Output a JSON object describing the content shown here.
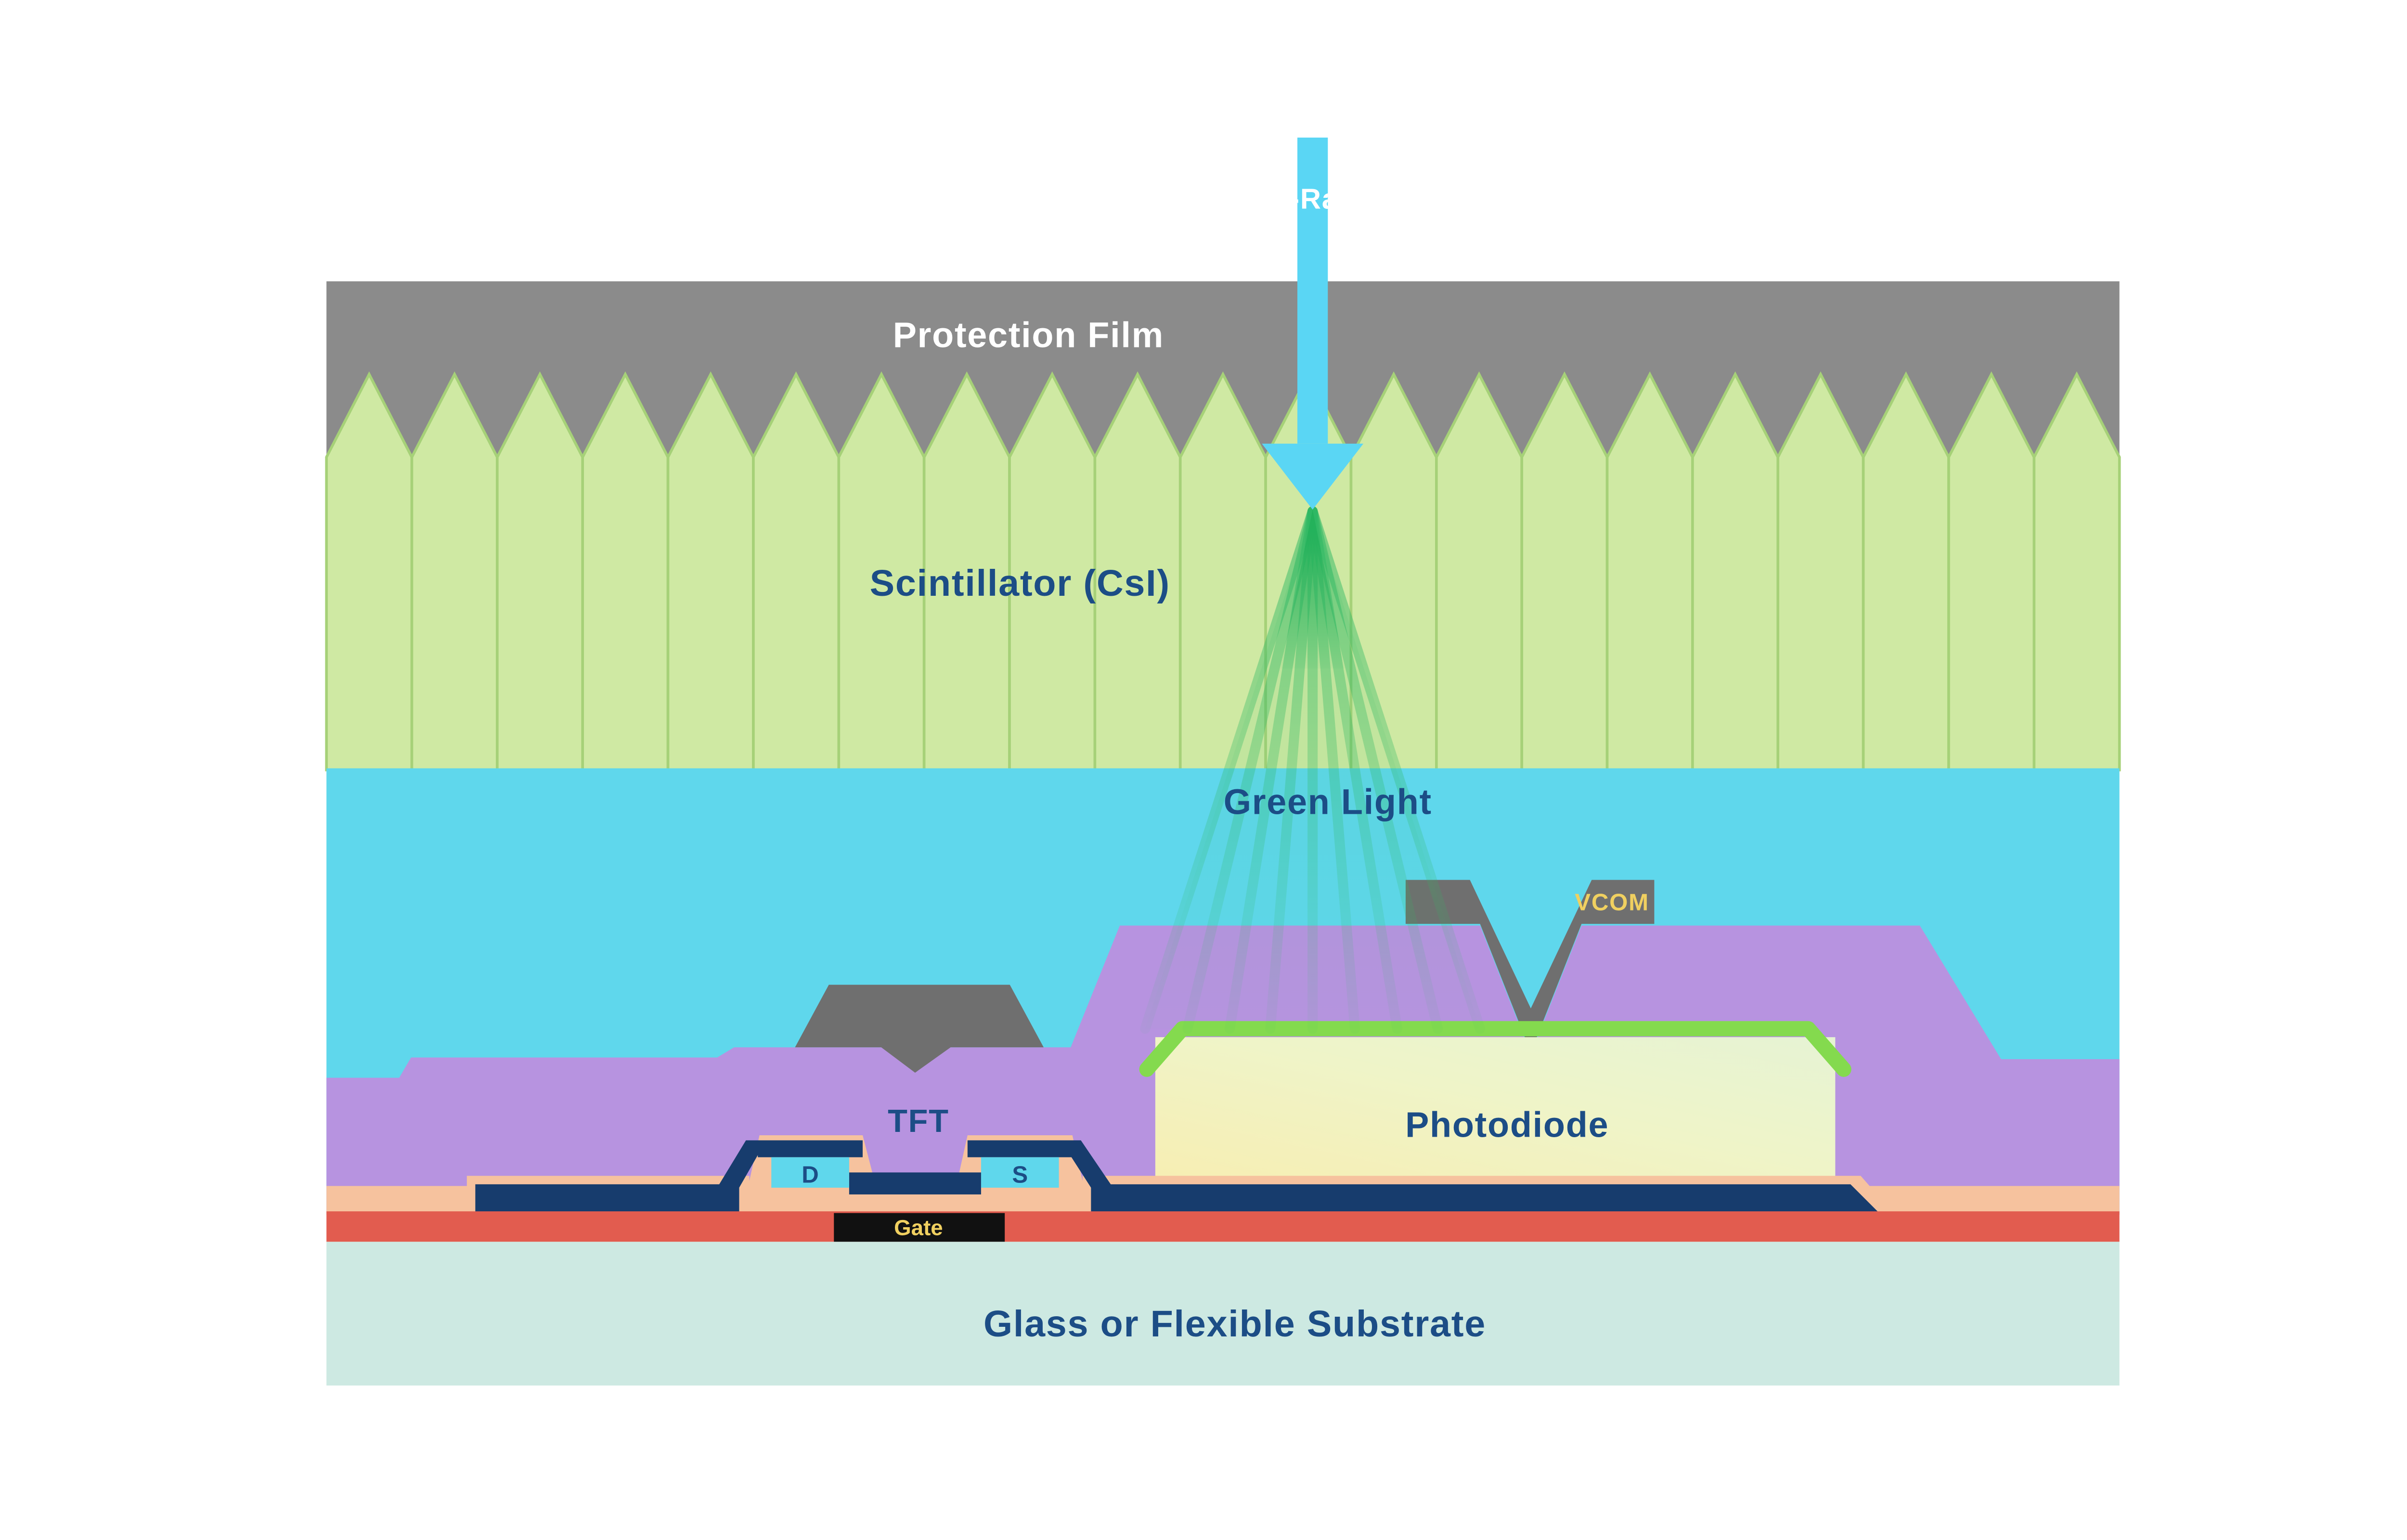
{
  "diagram": {
    "labels": {
      "xray": "X-Ray",
      "protection_film": "Protection Film",
      "scintillator": "Scintillator (CsI)",
      "green_light": "Green Light",
      "vcom": "VCOM",
      "photodiode": "Photodiode",
      "tft": "TFT",
      "tft_drain": "D",
      "tft_source": "S",
      "tft_gate": "Gate",
      "substrate": "Glass or Flexible Substrate"
    },
    "colors": {
      "protection_film_gray": "#8b8b8b",
      "scintillator_green": "#cfe9a3",
      "scintillator_outline": "#a6d178",
      "coupling_layer_cyan": "#5fd7ec",
      "xray_arrow_cyan": "#5ad6f4",
      "green_light": "#2eb863",
      "planarization_purple": "#b793e0",
      "electrode_gray": "#6f6f6f",
      "photodiode_contact_green": "#84da4e",
      "photodiode_body_yellow": "#f7eeb2",
      "metal_navy": "#173c6d",
      "passivation_peach": "#f6c29e",
      "insulator_red": "#e25c4f",
      "gate_black": "#111111",
      "substrate_mint": "#cde9e2",
      "label_navy": "#1c4d86",
      "label_yellow": "#f0d060",
      "label_white": "#ffffff"
    }
  }
}
